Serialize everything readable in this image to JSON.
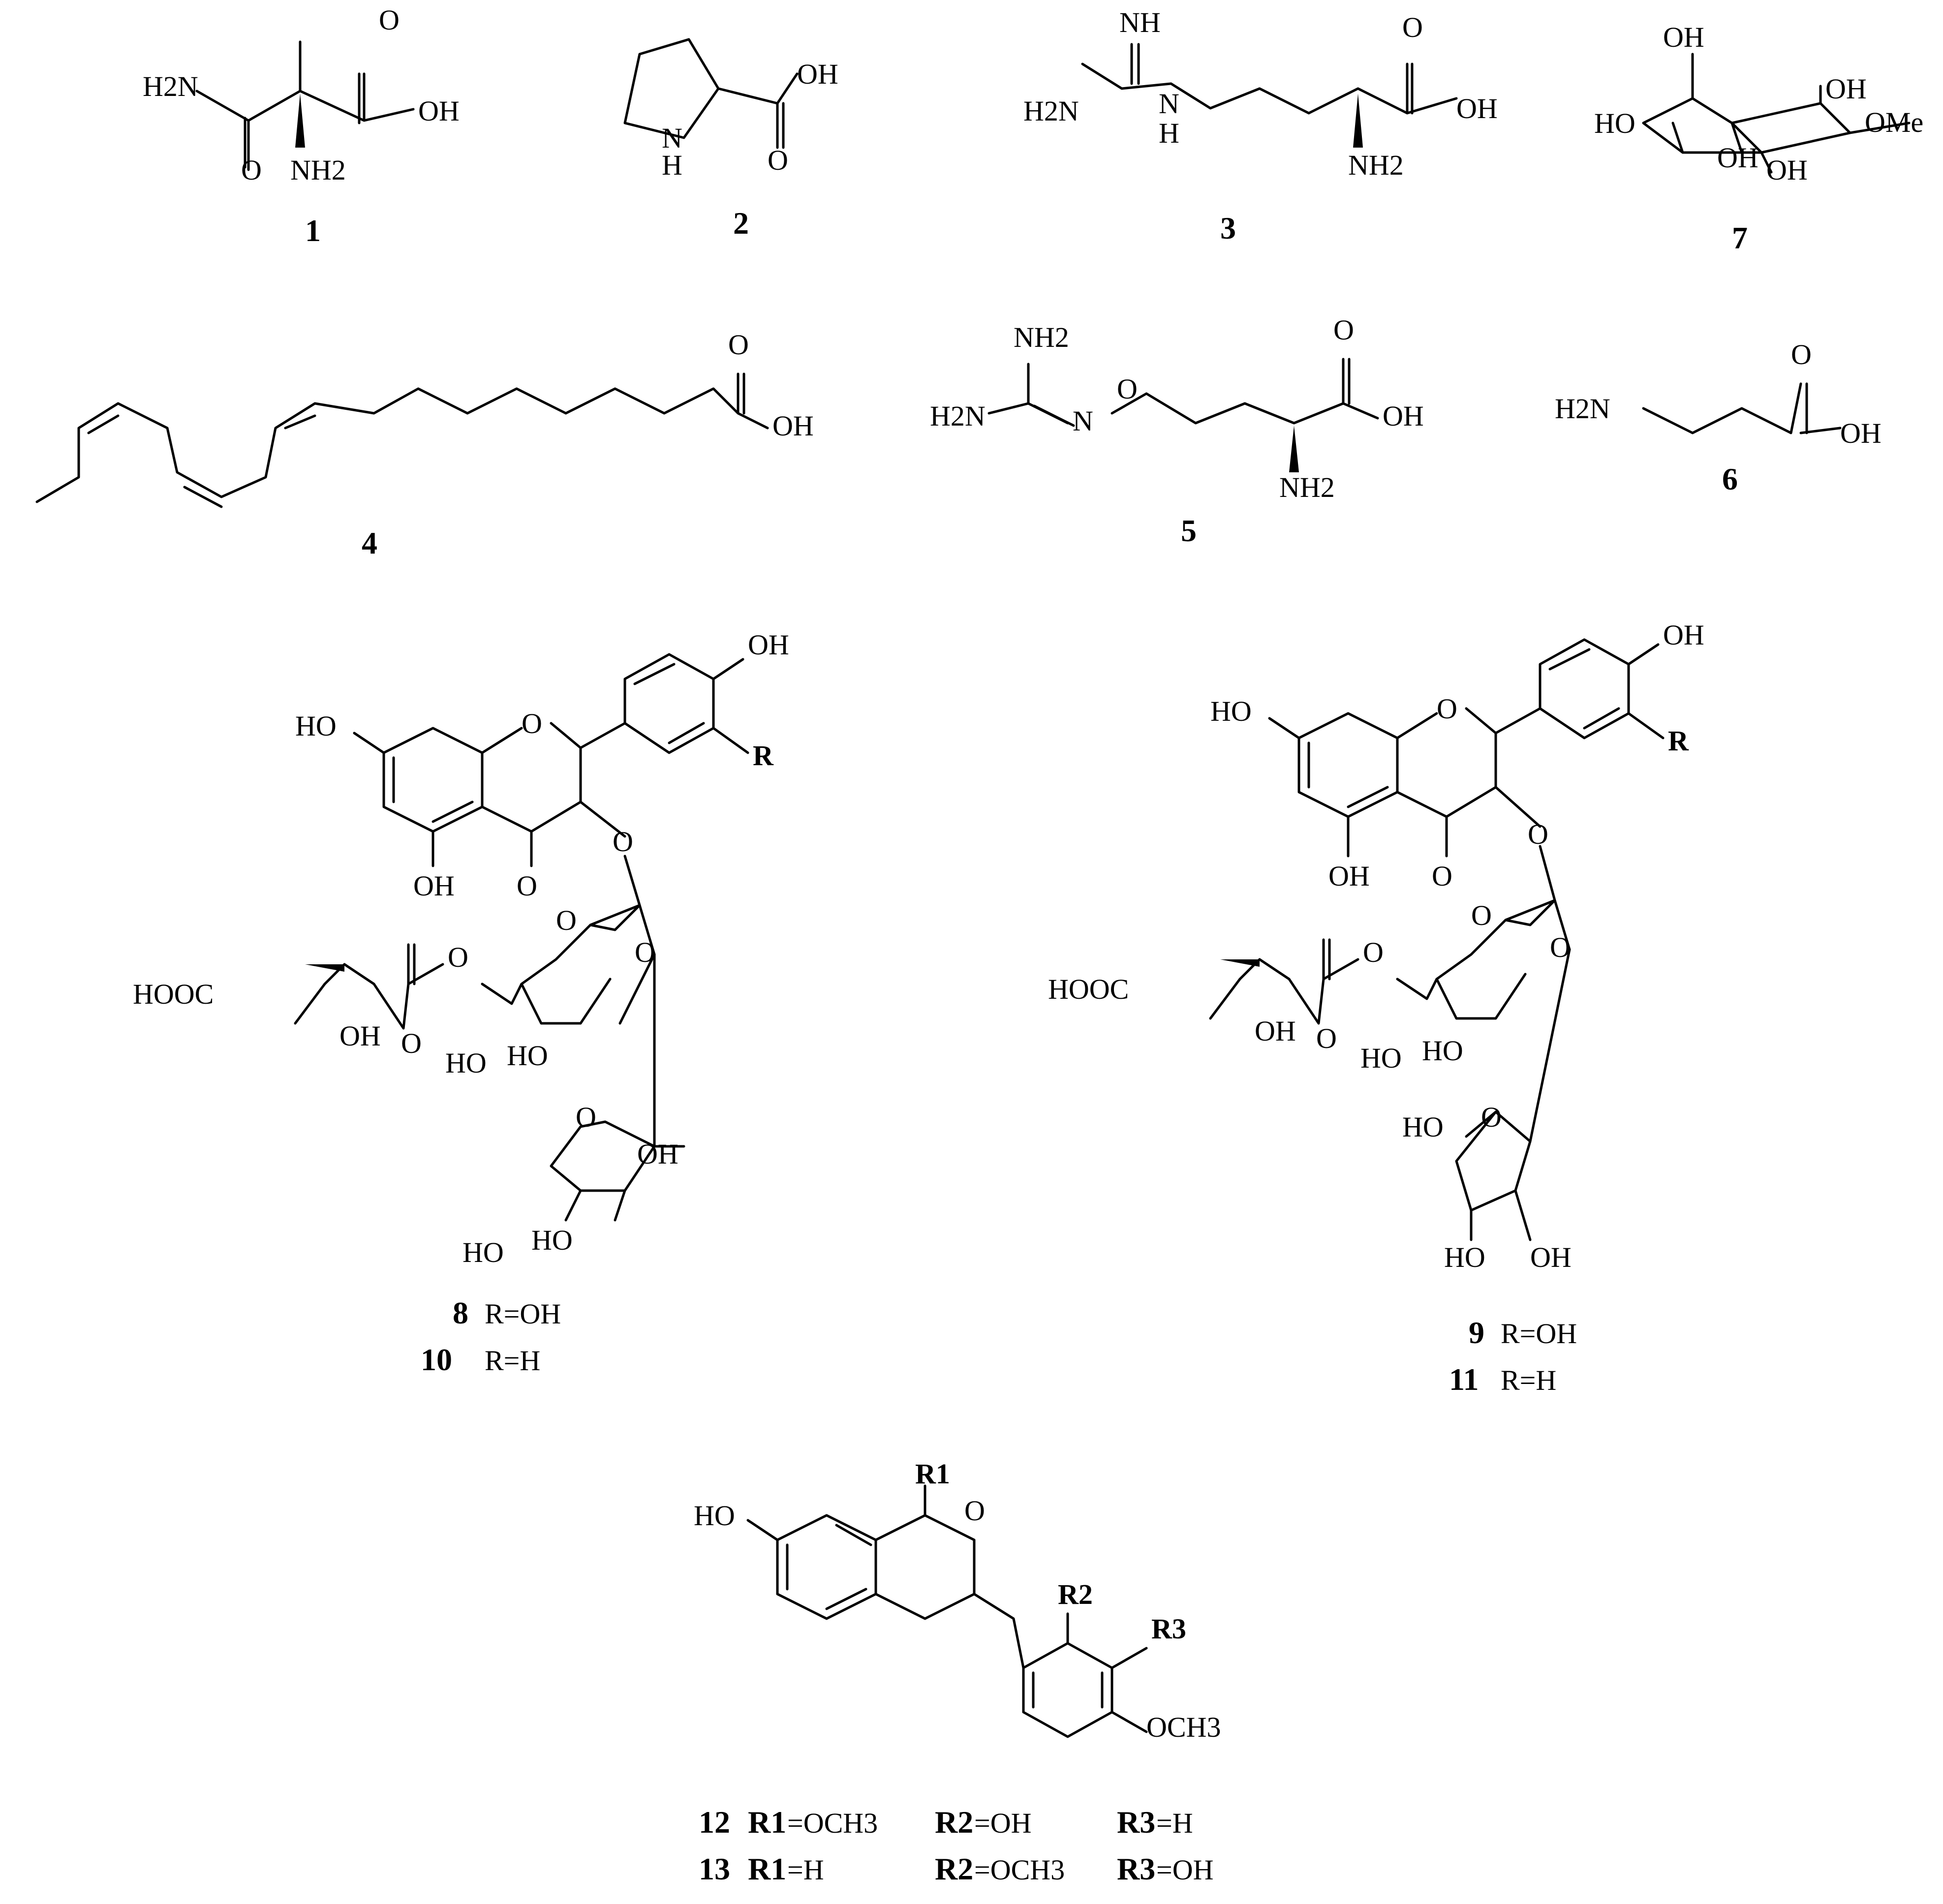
{
  "compounds": {
    "c1": {
      "id": "1",
      "atoms": {
        "h2n": "H2N",
        "oh": "OH",
        "o_acid": "O",
        "o_amide": "O",
        "nh2": "NH2"
      }
    },
    "c2": {
      "id": "2",
      "atoms": {
        "oh": "OH",
        "o": "O",
        "nh": "N",
        "h": "H"
      }
    },
    "c3": {
      "id": "3",
      "atoms": {
        "nh": "NH",
        "h2n": "H2N",
        "n": "N",
        "h": "H",
        "o": "O",
        "oh": "OH",
        "nh2": "NH2"
      }
    },
    "c4": {
      "id": "4",
      "atoms": {
        "o": "O",
        "oh": "OH"
      }
    },
    "c5": {
      "id": "5",
      "atoms": {
        "nh2_top": "NH2",
        "h2n": "H2N",
        "n": "N",
        "o_ether": "O",
        "o": "O",
        "oh": "OH",
        "nh2": "NH2"
      }
    },
    "c6": {
      "id": "6",
      "atoms": {
        "h2n": "H2N",
        "o": "O",
        "oh": "OH"
      }
    },
    "c7": {
      "id": "7",
      "atoms": {
        "oh1": "OH",
        "oh2": "OH",
        "ho": "HO",
        "ome": "OMe",
        "oh3": "OH",
        "oh4": "OH"
      }
    },
    "c8": {
      "id": "8",
      "variant": "R=OH",
      "atoms": {
        "oh_top": "OH",
        "ho": "HO",
        "o_ring": "O",
        "r": "R",
        "oh_5": "OH",
        "o_keto": "O",
        "o_link": "O",
        "hooc": "HOOC",
        "oh_q": "OH",
        "o_ester_c": "O",
        "o_ester": "O",
        "o_sugar": "O",
        "o_glyc": "O",
        "ho1": "HO",
        "ho2": "HO",
        "o_sugar2": "O",
        "oh_s": "OH",
        "ho3": "HO",
        "ho4": "HO"
      }
    },
    "c10": {
      "id": "10",
      "variant": "R=H"
    },
    "c9": {
      "id": "9",
      "variant": "R=OH",
      "atoms": {
        "oh_top": "OH",
        "ho": "HO",
        "o_ring": "O",
        "r": "R",
        "oh_5": "OH",
        "o_keto": "O",
        "o_link": "O",
        "hooc": "HOOC",
        "oh_q": "OH",
        "o_ester_c": "O",
        "o_ester": "O",
        "o_sugar": "O",
        "o_glyc": "O",
        "ho1": "HO",
        "ho2": "HO",
        "ho_f": "HO",
        "o_f": "O",
        "ho5": "HO",
        "oh6": "OH"
      }
    },
    "c11": {
      "id": "11",
      "variant": "R=H"
    },
    "c12": {
      "id": "12",
      "r1": "=OCH3",
      "r2": "=OH",
      "r3": "=H"
    },
    "c13": {
      "id": "13",
      "r1": "=H",
      "r2": "=OCH3",
      "r3": "=OH"
    },
    "isoflavan": {
      "atoms": {
        "r1": "R1",
        "ho": "HO",
        "o": "O",
        "r2": "R2",
        "r3": "R3",
        "och3": "OCH3"
      }
    }
  }
}
